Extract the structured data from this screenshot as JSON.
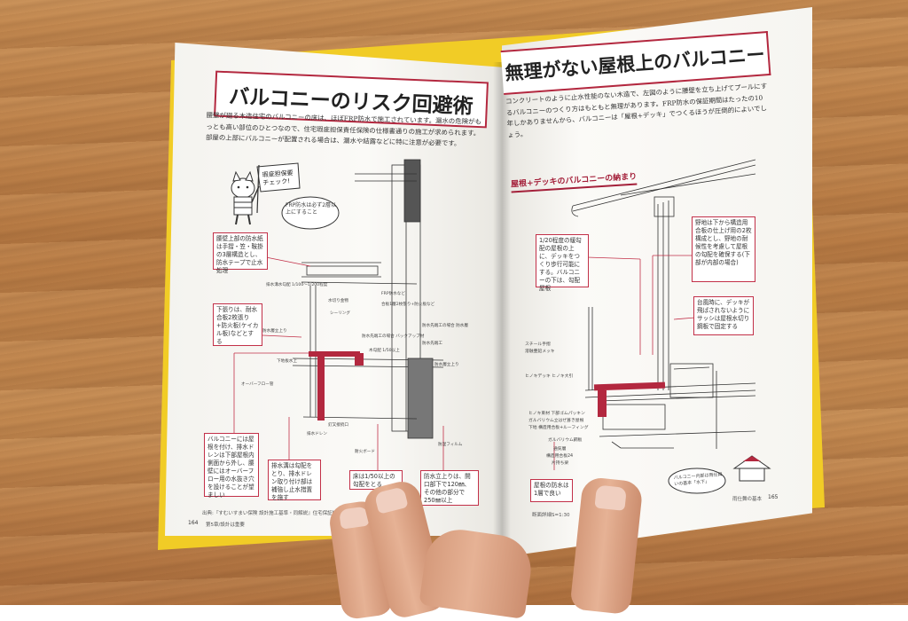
{
  "left_page": {
    "title": "バルコニーのリスク回避術",
    "intro": "腰壁が廻る木造住宅のバルコニーの床は、ほぼFRP防水で施工されています。漏水の危険がもっとも高い部位のひとつなので、住宅瑕疵担保責任保険の仕様書通りの施工が求められます。部屋の上部にバルコニーが配置される場合は、漏水や結露などに特に注意が必要です。",
    "sign": "瑕疵担保要チェック!",
    "bubble": "FRP防水は必ず2層以上にすること",
    "notes": [
      "腰壁上部の防水紙は手摺・笠・鞍掛の3層構造とし、防水テープで止水処理",
      "下張りは、耐水合板2枚張り+防火板(ケイカル板)などとする",
      "バルコニーには屋根を付け、排水ドレンは下部屋根内側面から外し、腰壁にはオーバーフロー用の水抜き穴を設けることが望ましい",
      "排水溝は勾配をとり、排水ドレン取り付け部は補強し止水措置を施す",
      "床は1/50以上の勾配をとる",
      "防水立上りは、開口部下で120㎜、その他の部分で250㎜以上"
    ],
    "labels": [
      "排水溝水勾配 1/100〜1/200程度",
      "水切り金物",
      "シーリング",
      "FRP防水など",
      "合板1層2枚張り+防火板など",
      "防水先端工の場合 防水層",
      "防水先端工の場合 バックアップ材",
      "木勾配 1/50以上",
      "下地板水上",
      "オーバーフロー管",
      "釘又接続口",
      "排水ドレン",
      "防水層立上り",
      "耐火ボード",
      "防水先端工",
      "防湿フィルム",
      "防水層立上り"
    ],
    "footer": "出典:『すむいすまい保険 設計施工基準・同解説』住宅保証機構",
    "page_number": "164",
    "chapter": "第5章/設計は重要"
  },
  "right_page": {
    "title": "無理がない屋根上のバルコニー",
    "intro": "コンクリートのように止水性能のない木造で、左図のように腰壁を立ち上げてプールにするバルコニーのつくり方はもともと無理があります。FRP防水の保証期間はたったの10年しかありませんから、バルコニーは「屋根+デッキ」でつくるほうが圧倒的によいでしょう。",
    "subheading": "屋根+デッキのバルコニーの納まり",
    "notes": [
      "1/20程度の緩勾配の屋根の上に、デッキをつくり歩行可能にする。バルコニーの下は、勾配屋根",
      "野地は下から構造用合板の仕上げ用の2枚構成とし、野地の耐候性を考慮して屋根の勾配を確保する(下部が内部の場合)",
      "台風時に、デッキが飛ばされないようにサッシは屋根水切り鋼板で固定する",
      "屋根の防水は1層で良い"
    ],
    "labels": [
      "スチール手摺",
      "溶融亜鉛メッキ",
      "ヒノキデッキ ヒノキ大引",
      "ヒノキ束材 下部ゴムパッキン",
      "ガルバリウム立はぜ葺き屋根",
      "下地 構造用合板+ルーフィング",
      "ガルバリウム鋼板",
      "通気層",
      "構造用合板24",
      "片持ち梁"
    ],
    "bubble": "バルコニー内部は雨仕舞いの基本「水下」",
    "scale": "断面詳細S=1:30",
    "page_number": "165",
    "running_head": "雨仕舞の基本"
  }
}
